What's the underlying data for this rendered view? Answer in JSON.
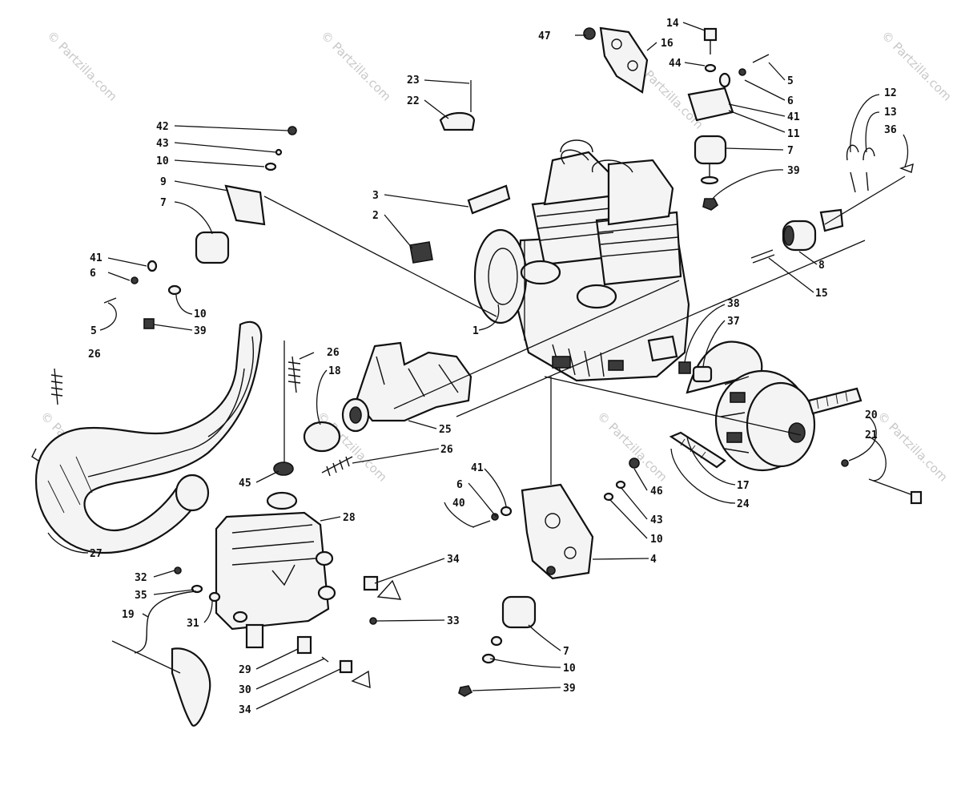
{
  "watermark": {
    "text": "© Partzilla.com",
    "color": "#c8c8c8"
  },
  "diagram": {
    "subject": "engine and exhaust exploded parts diagram",
    "line_color": "#111111",
    "parts": [
      {
        "id": "engine",
        "icon": "engine-icon"
      },
      {
        "id": "exhaust-pipe",
        "icon": "exhaust-pipe-icon"
      },
      {
        "id": "exhaust-manifold",
        "icon": "manifold-icon"
      },
      {
        "id": "muffler",
        "icon": "muffler-icon"
      },
      {
        "id": "drive-clutch",
        "icon": "clutch-icon"
      },
      {
        "id": "engine-mount-plate",
        "icon": "bracket-icon"
      },
      {
        "id": "rubber-mounts",
        "icon": "mount-icon"
      }
    ]
  },
  "callouts": [
    {
      "label": "47"
    },
    {
      "label": "16"
    },
    {
      "label": "14"
    },
    {
      "label": "44"
    },
    {
      "label": "5"
    },
    {
      "label": "23"
    },
    {
      "label": "22"
    },
    {
      "label": "6"
    },
    {
      "label": "41"
    },
    {
      "label": "11"
    },
    {
      "label": "7"
    },
    {
      "label": "39"
    },
    {
      "label": "12"
    },
    {
      "label": "13"
    },
    {
      "label": "36"
    },
    {
      "label": "42"
    },
    {
      "label": "43"
    },
    {
      "label": "10"
    },
    {
      "label": "9"
    },
    {
      "label": "7"
    },
    {
      "label": "3"
    },
    {
      "label": "2"
    },
    {
      "label": "41"
    },
    {
      "label": "6"
    },
    {
      "label": "5"
    },
    {
      "label": "10"
    },
    {
      "label": "39"
    },
    {
      "label": "8"
    },
    {
      "label": "15"
    },
    {
      "label": "1"
    },
    {
      "label": "38"
    },
    {
      "label": "37"
    },
    {
      "label": "26"
    },
    {
      "label": "26"
    },
    {
      "label": "18"
    },
    {
      "label": "25"
    },
    {
      "label": "26"
    },
    {
      "label": "45"
    },
    {
      "label": "20"
    },
    {
      "label": "21"
    },
    {
      "label": "41"
    },
    {
      "label": "6"
    },
    {
      "label": "40"
    },
    {
      "label": "46"
    },
    {
      "label": "43"
    },
    {
      "label": "10"
    },
    {
      "label": "28"
    },
    {
      "label": "27"
    },
    {
      "label": "4"
    },
    {
      "label": "17"
    },
    {
      "label": "24"
    },
    {
      "label": "32"
    },
    {
      "label": "34"
    },
    {
      "label": "35"
    },
    {
      "label": "19"
    },
    {
      "label": "31"
    },
    {
      "label": "33"
    },
    {
      "label": "7"
    },
    {
      "label": "29"
    },
    {
      "label": "10"
    },
    {
      "label": "30"
    },
    {
      "label": "39"
    },
    {
      "label": "34"
    }
  ]
}
